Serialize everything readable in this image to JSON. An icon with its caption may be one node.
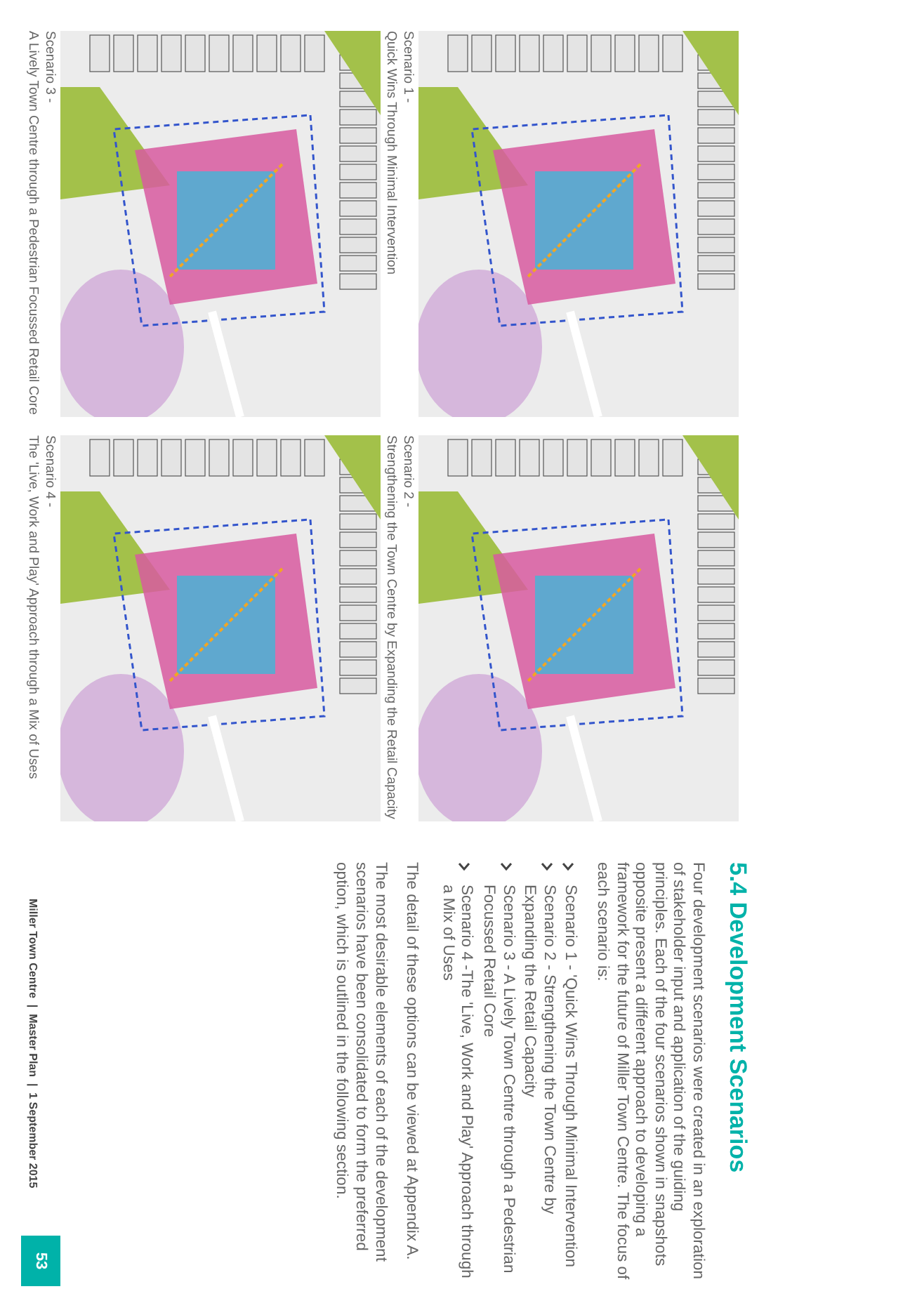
{
  "diagram": {
    "title": "5.4 Development Scenarios",
    "nodes": [
      {
        "text": [],
        "shape": "picture",
        "beside": [
          "Scenario 1 -",
          "Quick Wins Through Minimal Intervention"
        ]
      },
      {
        "text": [],
        "shape": "picture",
        "beside": [
          "Scenario 2 -",
          "Strengthening the Town Centre by Expanding the Retail Capacity"
        ]
      },
      {
        "text": [],
        "shape": "picture",
        "beside": [
          "Scenario 3 -",
          "A Lively Town Centre through a Pedestrian Focussed Retail Core"
        ]
      },
      {
        "text": [],
        "shape": "picture",
        "beside": [
          "Scenario 4 -",
          "The 'Live, Work and Play' Approach through a Mix of Uses"
        ]
      }
    ],
    "edges": [],
    "labels": [
      "Four development scenarios were created in an exploration of stakeholder input and application of the guiding principles. Each of the four scenarios shown in snapshots opposite present a different approach to developing a framework for the future of Miller Town Centre. The focus of each scenario is:",
      "Scenario 1 - 'Quick Wins Through Minimal Intervention",
      "Scenario 2 - Strengthening the Town Centre by Expanding the Retail Capacity",
      "Scenario 3 - A Lively Town Centre through a Pedestrian Focussed Retail Core",
      "Scenario 4 -The 'Live, Work and Play' Approach through a Mix of Uses",
      "The detail of these options can be viewed at Appendix A.",
      "The most desirable elements of each of the development scenarios have been consolidated to form the preferred option, which is outlined in the following section.",
      "Miller Town Centre  |  Master Plan  |  1 September 2015",
      "53"
    ]
  }
}
